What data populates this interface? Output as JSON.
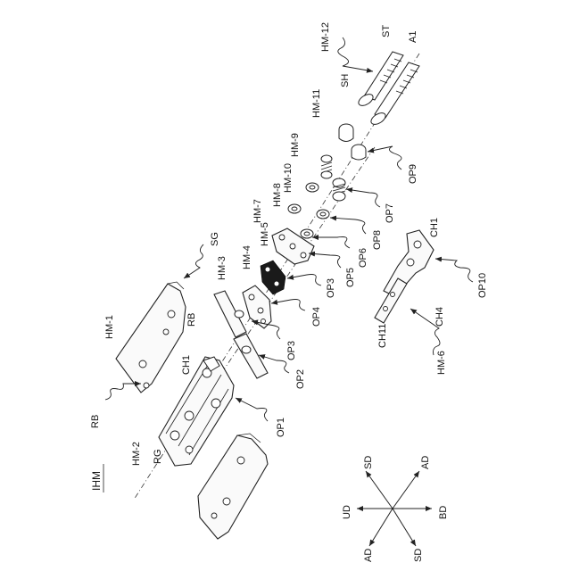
{
  "figure_label": "IHM",
  "labels": {
    "HM12": "HM-12",
    "ST": "ST",
    "A1": "A1",
    "SH": "SH",
    "HM11": "HM-11",
    "HM9": "HM-9",
    "OP9": "OP9",
    "HM10": "HM-10",
    "HM8": "HM-8",
    "OP7": "OP7",
    "OP8": "OP8",
    "HM7": "HM-7",
    "HM5": "HM-5",
    "OP6": "OP6",
    "OP5": "OP5",
    "HM4": "HM-4",
    "OP3a": "OP3",
    "OP4": "OP4",
    "HM3": "HM-3",
    "SG": "SG",
    "HM1": "HM-1",
    "RBtop": "RB",
    "OP3b": "OP3",
    "OP2": "OP2",
    "CH1a": "CH1",
    "OP1": "OP1",
    "RBleft": "RB",
    "HM2": "HM-2",
    "RG": "RG",
    "CH1b": "CH1",
    "OP10": "OP10",
    "CH4": "CH4",
    "CH11": "CH11",
    "HM6": "HM-6"
  },
  "directions": {
    "SD_top": "SD",
    "AD_top": "AD",
    "UD": "UD",
    "BD": "BD",
    "AD_bottom": "AD",
    "SD_bottom": "SD"
  }
}
